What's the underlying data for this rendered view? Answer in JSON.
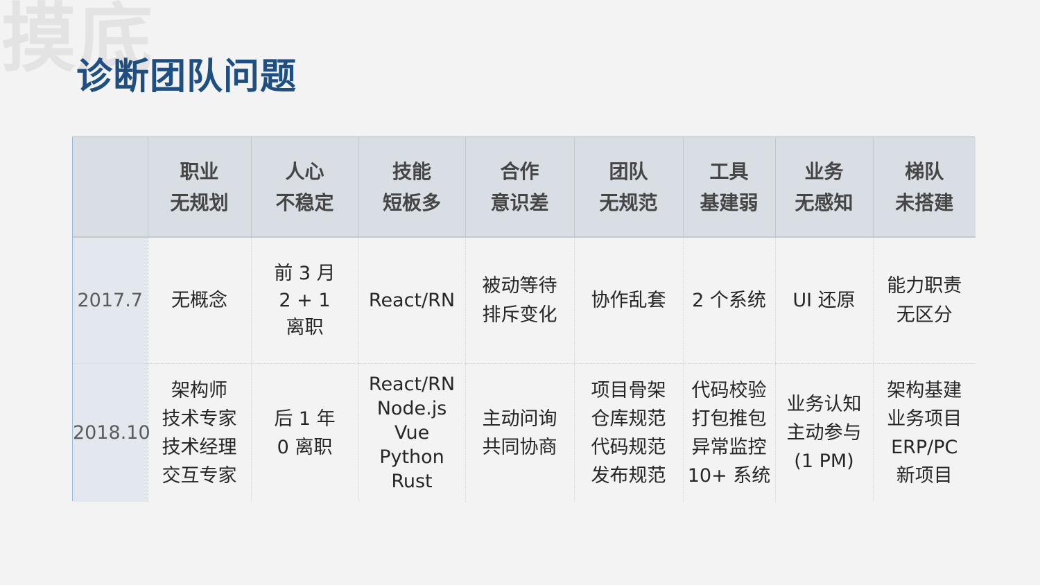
{
  "slide": {
    "watermark": "摸底",
    "title": "诊断团队问题"
  },
  "table": {
    "columns": [
      "",
      "职业\n无规划",
      "人心\n不稳定",
      "技能\n短板多",
      "合作\n意识差",
      "团队\n无规范",
      "工具\n基建弱",
      "业务\n无感知",
      "梯队\n未搭建"
    ],
    "rows": [
      {
        "year": "2017.7",
        "cells": [
          "无概念",
          "前 3 月\n2 + 1\n离职",
          "React/RN",
          "被动等待\n排斥变化",
          "协作乱套",
          "2 个系统",
          "UI 还原",
          "能力职责\n无区分"
        ]
      },
      {
        "year": "2018.10",
        "cells": [
          "架构师\n技术专家\n技术经理\n交互专家",
          "后 1 年\n0 离职",
          "React/RN\nNode.js\nVue\nPython\nRust",
          "主动问询\n共同协商",
          "项目骨架\n仓库规范\n代码规范\n发布规范",
          "代码校验\n打包推包\n异常监控\n10+ 系统",
          "业务认知\n主动参与\n(1 PM)",
          "架构基建\n业务项目\nERP/PC\n新项目"
        ]
      }
    ]
  },
  "colors": {
    "title": "#1f4e80",
    "watermark": "#e3e3e3",
    "background": "#f3f3f3",
    "header_bg": "#d8dee4",
    "year_col_bg": "#e2e8ee",
    "table_border": "#9ab6d6"
  }
}
